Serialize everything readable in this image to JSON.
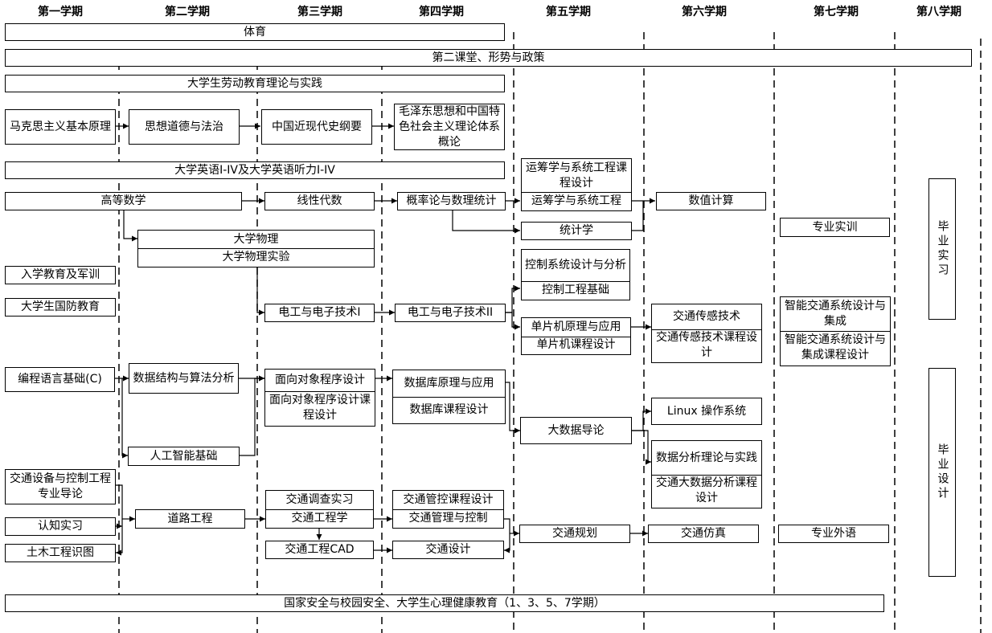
{
  "terms": [
    "第一学期",
    "第二学期",
    "第三学期",
    "第四学期",
    "第五学期",
    "第六学期",
    "第七学期",
    "第八学期"
  ],
  "courses": {
    "pe": "体育",
    "second_classroom": "第二课堂、形势与政策",
    "labor": "大学生劳动教育理论与实践",
    "marxism": "马克思主义基本原理",
    "morality": "思想道德与法治",
    "history": "中国近现代史纲要",
    "mao": "毛泽东思想和中国特色社会主义理论体系概论",
    "english": "大学英语I-IV及大学英语听力I-IV",
    "or_design": "运筹学与系统工程课程设计",
    "or": "运筹学与系统工程",
    "calculus": "高等数学",
    "linear_algebra": "线性代数",
    "probability": "概率论与数理统计",
    "numerical": "数值计算",
    "statistics": "统计学",
    "practical_training": "专业实训",
    "physics": "大学物理",
    "physics_lab": "大学物理实验",
    "control_design": "控制系统设计与分析",
    "control_basics": "控制工程基础",
    "orientation": "入学教育及军训",
    "defense": "大学生国防教育",
    "electrical1": "电工与电子技术I",
    "electrical2": "电工与电子技术II",
    "mcu": "单片机原理与应用",
    "mcu_design": "单片机课程设计",
    "sensing": "交通传感技术",
    "sensing_design": "交通传感技术课程设计",
    "its": "智能交通系统设计与集成",
    "its_design": "智能交通系统设计与集成课程设计",
    "programming": "编程语言基础(C)",
    "data_structures": "数据结构与算法分析",
    "oop": "面向对象程序设计",
    "oop_design": "面向对象程序设计课程设计",
    "database": "数据库原理与应用",
    "database_design": "数据库课程设计",
    "big_data": "大数据导论",
    "linux": "Linux 操作系统",
    "data_analysis": "数据分析理论与实践",
    "traffic_big_data_design": "交通大数据分析课程设计",
    "ai": "人工智能基础",
    "intro_major": "交通设备与控制工程专业导论",
    "cognition": "认知实习",
    "drawing": "土木工程识图",
    "road": "道路工程",
    "survey": "交通调查实习",
    "traffic_eng": "交通工程学",
    "traffic_cad": "交通工程CAD",
    "control_course_design": "交通管控课程设计",
    "traffic_mgmt": "交通管理与控制",
    "traffic_design": "交通设计",
    "planning": "交通规划",
    "simulation": "交通仿真",
    "foreign": "专业外语",
    "internship": "毕业实习",
    "thesis": "毕业设计",
    "security": "国家安全与校园安全、大学生心理健康教育（1、3、5、7学期）"
  }
}
